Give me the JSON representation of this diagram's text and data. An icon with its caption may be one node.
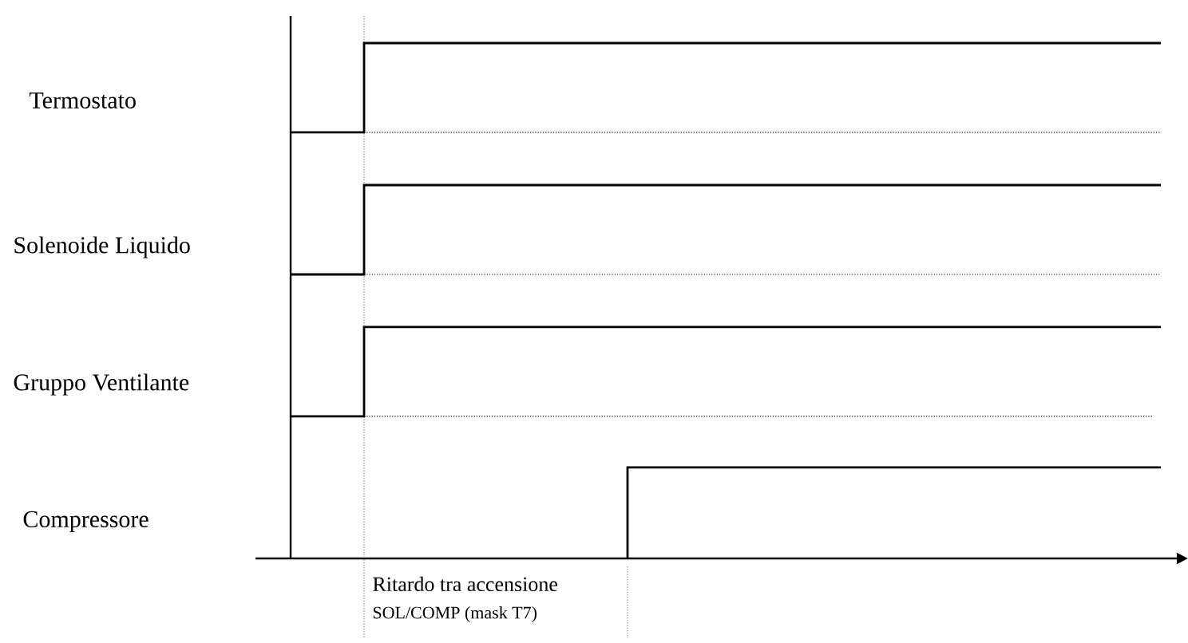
{
  "diagram": {
    "labels": [
      "Termostato",
      "Solenoide Liquido",
      "Gruppo Ventilante",
      "Compressore",
      "Ritardo tra accensione",
      "SOL/COMP (mask T7)"
    ]
  }
}
